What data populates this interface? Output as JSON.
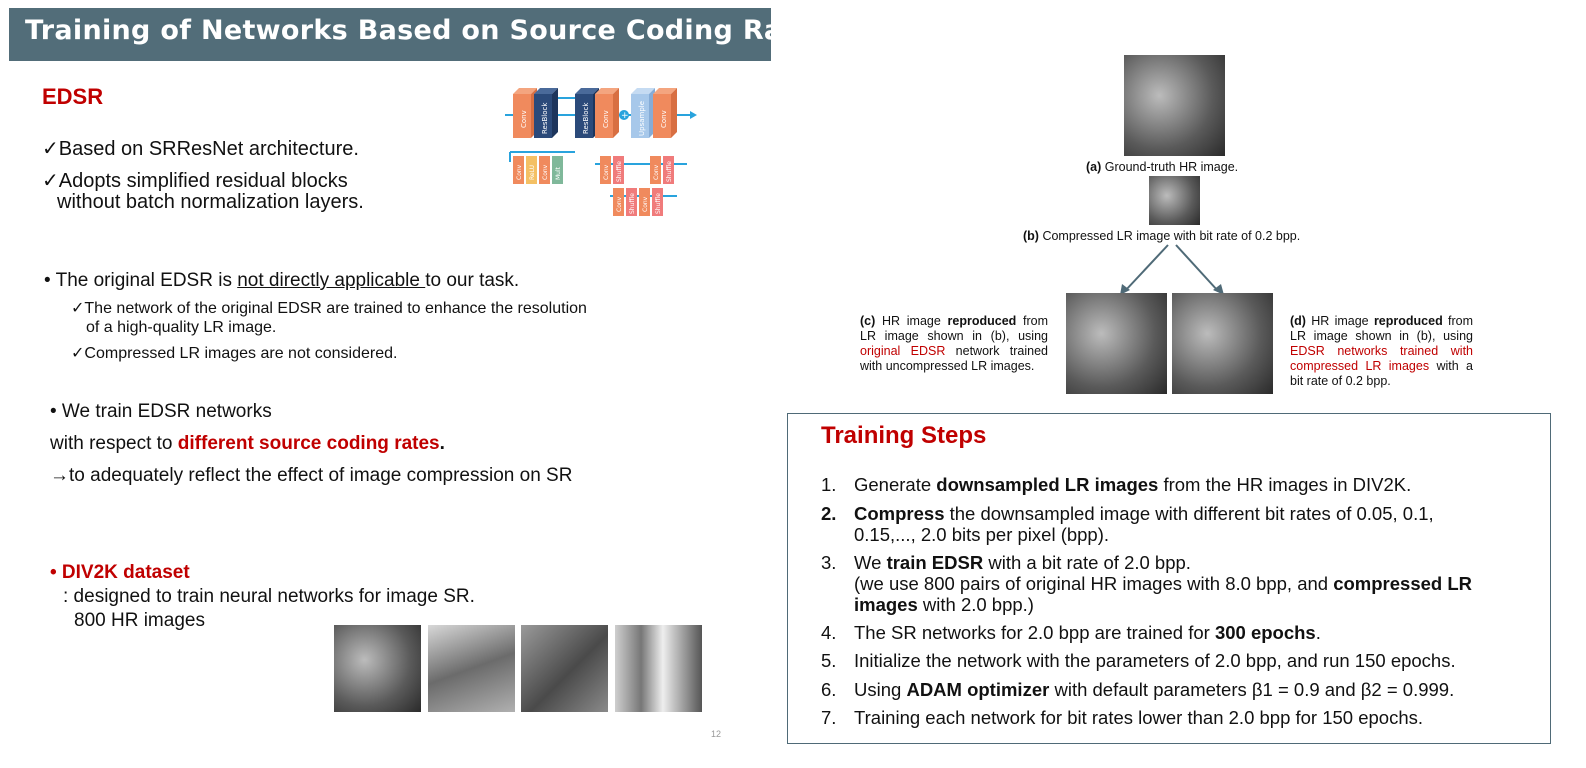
{
  "slide": {
    "title": "Training of Networks Based on Source Coding Rates",
    "page_number": "12"
  },
  "edsr": {
    "heading": "EDSR",
    "check1": "Based on SRResNet architecture.",
    "check2_line1": "Adopts simplified residual blocks",
    "check2_line2": "without batch normalization layers.",
    "check_mark": "✓"
  },
  "architecture": {
    "blocks_top": [
      "Conv",
      "ResBlock",
      "ResBlock",
      "Conv",
      "Upsample",
      "Conv"
    ],
    "blocks_res": [
      "Conv",
      "ReLU",
      "Conv",
      "Mult"
    ],
    "blocks_up": [
      "Conv",
      "Shuffle",
      "Conv",
      "Shuffle"
    ],
    "blocks_up2": [
      "Conv",
      "Shuffle",
      "Conv",
      "Shuffle"
    ],
    "colors": {
      "orange": "#f08a5d",
      "navy": "#2b4a7a",
      "lightblue": "#a7c8ea",
      "salmon": "#f07b7b",
      "green": "#7fb89a",
      "arrow": "#29a3dd"
    }
  },
  "applicability": {
    "bullet": "•",
    "pre": "The original EDSR is ",
    "underlined": "not directly applicable ",
    "post": "to our task.",
    "sub1_line1": "The network of the original EDSR are trained to enhance the resolution",
    "sub1_line2": "of a high-quality LR image.",
    "sub2": "Compressed LR images are not considered."
  },
  "train": {
    "line1": "• We train EDSR networks",
    "line2_pre": "with respect to ",
    "line2_red": "different source coding rates",
    "line2_post": ".",
    "line3": "→to adequately reflect the effect of image compression on SR"
  },
  "div2k": {
    "heading": "• DIV2K dataset",
    "line1": ": designed to train neural networks for image SR.",
    "line2": "800 HR images"
  },
  "figure": {
    "caption_a_label": "(a)",
    "caption_a": " Ground-truth HR image.",
    "caption_b_label": "(b)",
    "caption_b": " Compressed LR image with bit rate of 0.2 bpp.",
    "c_label": "(c)",
    "c_1": " HR image ",
    "c_bold": "reproduced",
    "c_2": " from LR image shown in (b), using ",
    "c_red": "original EDSR",
    "c_3": " network trained with uncompressed LR images.",
    "d_label": "(d)",
    "d_1": " HR image ",
    "d_bold": "reproduced",
    "d_2": " from LR image shown in (b), using ",
    "d_red": "EDSR networks trained with compressed LR images",
    "d_3": " with a bit rate of 0.2 bpp."
  },
  "steps": {
    "title": "Training Steps",
    "items": [
      {
        "num": "1.",
        "a": "Generate ",
        "b": "downsampled LR images",
        "c": " from the HR images in DIV2K."
      },
      {
        "num": "2.",
        "a": "",
        "b": "Compress",
        "c": " the downsampled image with different bit rates of 0.05, 0.1,",
        "d": "0.15,..., 2.0 bits per pixel (bpp)."
      },
      {
        "num": "3.",
        "a": "We ",
        "b": "train EDSR",
        "c": " with a bit rate of 2.0 bpp.",
        "d1": "(we use 800 pairs of original HR images with 8.0 bpp, and ",
        "d2": "compressed LR",
        "e1": "images",
        "e2": " with 2.0 bpp.)"
      },
      {
        "num": "4.",
        "a": "The SR networks for 2.0 bpp are trained for ",
        "b": "300 epochs",
        "c": "."
      },
      {
        "num": "5.",
        "a": "Initialize the network with the parameters of 2.0 bpp, and run 150 epochs."
      },
      {
        "num": "6.",
        "a": "Using ",
        "b": "ADAM optimizer",
        "c": " with default parameters β1 = 0.9 and  β2 = 0.999."
      },
      {
        "num": "7.",
        "a": "Training each network for bit rates lower than 2.0 bpp for 150 epochs."
      }
    ]
  }
}
